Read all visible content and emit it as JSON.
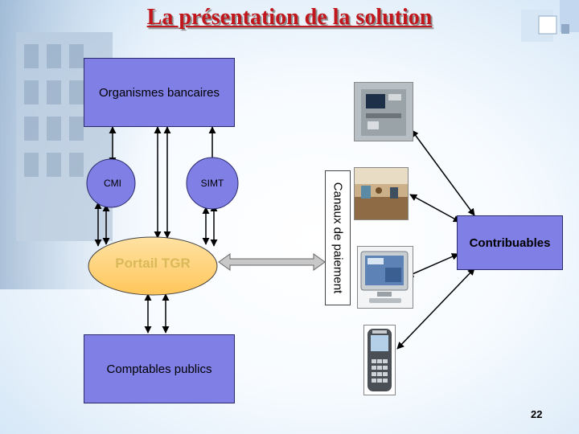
{
  "slide": {
    "title": "La présentation de la solution",
    "page_number": "22"
  },
  "diagram": {
    "nodes": {
      "organismes": "Organismes bancaires",
      "cmi": "CMI",
      "simt": "SIMT",
      "portal": "Portail TGR",
      "comptables": "Comptables publics",
      "canaux": "Canaux de paiement",
      "contribuables": "Contribuables"
    },
    "channel_images": [
      "atm-image",
      "bank-counter-image",
      "computer-monitor-image",
      "mobile-phone-image"
    ]
  },
  "colors": {
    "title": "#c0161c",
    "box_fill": "#7f7fe6",
    "portal_fill": "#ffd27a",
    "circle_fill": "#7f7fe6"
  }
}
